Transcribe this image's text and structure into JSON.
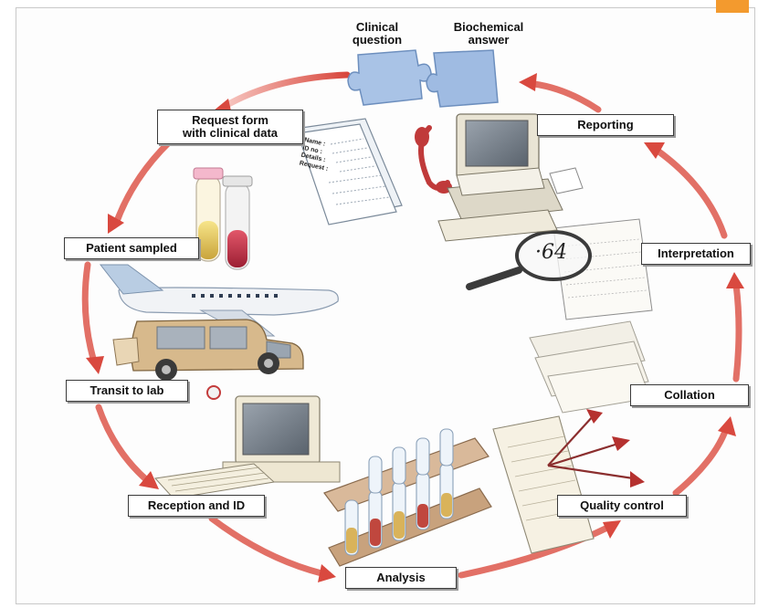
{
  "colors": {
    "arrow": "#d9493f",
    "arrow_light": "#f4b7b0",
    "accent": "#f39a2e",
    "label_border": "#3a3a3a"
  },
  "header": {
    "clinical_question": "Clinical\nquestion",
    "biochemical_answer": "Biochemical\nanswer"
  },
  "stages": {
    "request_form": "Request form\nwith clinical data",
    "patient_sampled": "Patient sampled",
    "transit_to_lab": "Transit to lab",
    "reception_and_id": "Reception and ID",
    "analysis": "Analysis",
    "quality_control": "Quality control",
    "collation": "Collation",
    "interpretation": "Interpretation",
    "reporting": "Reporting"
  },
  "form": {
    "fields": "Name :\nID no :\nDetails :\nRequest :"
  },
  "magnifier": {
    "reading": "·64"
  },
  "icons": [
    "puzzle-piece-icon",
    "form-icon",
    "test-tube-icon",
    "airplane-icon",
    "van-icon",
    "computer-icon",
    "test-tube-rack-icon",
    "target-chart-icon",
    "paper-stack-icon",
    "magnifier-icon",
    "telephone-icon",
    "printer-icon"
  ]
}
